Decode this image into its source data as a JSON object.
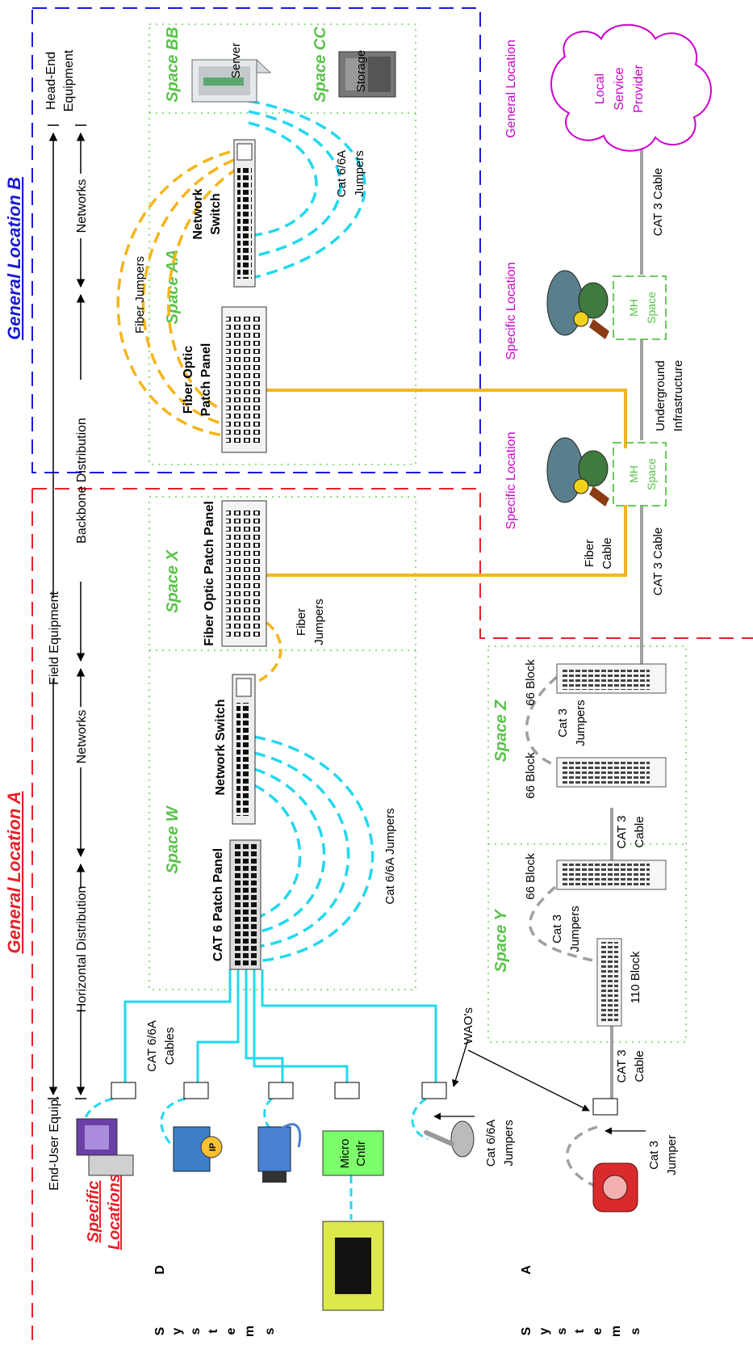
{
  "regions": {
    "location_b": "General Location B",
    "location_a": "General Location A",
    "general_location": "General Location",
    "specific_location": "Specific Location",
    "specific_locations_line1": "Specific",
    "specific_locations_line2": "Locations"
  },
  "scale": {
    "head_end_line1": "Head-End",
    "head_end_line2": "Equipment",
    "networks": "Networks",
    "backbone": "Backbone Distribution",
    "field_equipment": "Field Equipment",
    "horizontal": "Horizontal Distribution",
    "end_user": "End-User Equip."
  },
  "spaces": {
    "bb": "Space BB",
    "cc": "Space CC",
    "aa": "Space AA",
    "x": "Space X",
    "w": "Space W",
    "z": "Space Z",
    "y": "Space Y"
  },
  "equipment": {
    "server": "Server",
    "storage": "Storage",
    "network_switch_line1": "Network",
    "network_switch_line2": "Switch",
    "network_switch": "Network Switch",
    "fopp_b_line1": "Fiber Optic",
    "fopp_b_line2": "Patch Panel",
    "fopp_a": "Fiber Optic Patch Panel",
    "cat6_panel": "CAT 6 Patch Panel",
    "block_110": "110 Block",
    "block_66": "66 Block",
    "lsp_line1": "Local",
    "lsp_line2": "Service",
    "lsp_line3": "Provider",
    "mh_line1": "MH",
    "mh_line2": "Space",
    "micro_line1": "Micro",
    "micro_line2": "Cntlr",
    "ip_badge": "IP"
  },
  "cables": {
    "fiber_jumpers": "Fiber Jumpers",
    "fiber_jumpers_a_line1": "Fiber",
    "fiber_jumpers_a_line2": "Jumpers",
    "cat6_jumpers_b_line1": "Cat 6/6A",
    "cat6_jumpers_b_line2": "Jumpers",
    "cat6_jumpers_a": "Cat 6/6A Jumpers",
    "cat6_cables_line1": "CAT 6/6A",
    "cat6_cables_line2": "Cables",
    "cat3_cable": "CAT 3 Cable",
    "underground_line1": "Underground",
    "underground_line2": "Infrastructure",
    "fiber_cable_line1": "Fiber",
    "fiber_cable_line2": "Cable",
    "cat3_jumpers_line1": "Cat 3",
    "cat3_jumpers_line2": "Jumpers",
    "cat3_cable_short_line1": "CAT 3",
    "cat3_cable_short_line2": "Cable",
    "waos": "WAO's",
    "cat6_jumpers_wao_line1": "Cat 6/6A",
    "cat6_jumpers_wao_line2": "Jumpers",
    "cat3_jumper_line1": "Cat 3",
    "cat3_jumper_line2": "Jumper"
  },
  "systems": {
    "ds": [
      "D",
      "S",
      "y",
      "s",
      "t",
      "e",
      "m",
      "s"
    ],
    "as": [
      "A",
      "S",
      "y",
      "s",
      "t",
      "e",
      "m",
      "s"
    ]
  },
  "colors": {
    "blue_dash": "#1a1adb",
    "red_dash": "#e8202a",
    "green_text": "#5ac24a",
    "green_dots": "#6dd35a",
    "magenta": "#cc00cc",
    "cyan": "#22d8ee",
    "fiber": "#f6b51a",
    "gray": "#a0a0a0"
  }
}
